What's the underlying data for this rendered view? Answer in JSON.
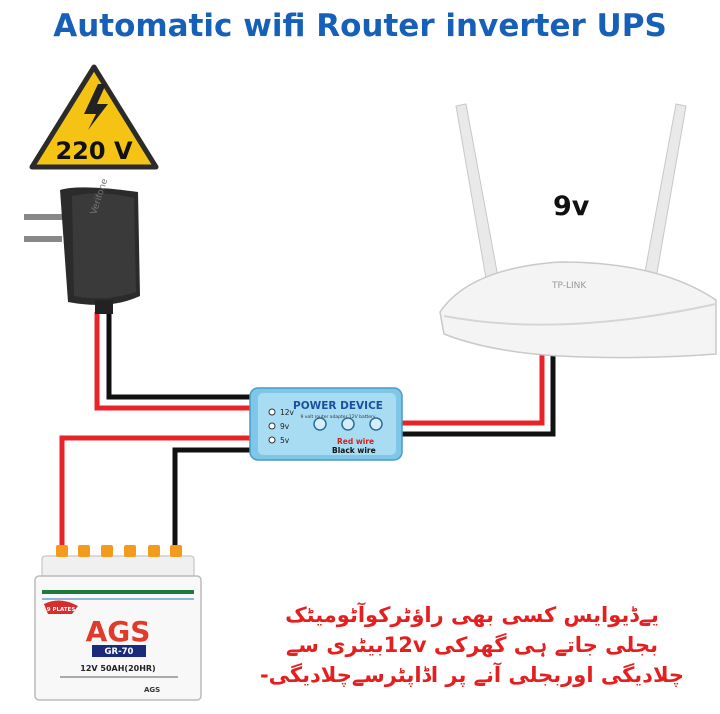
{
  "title": "Automatic wifi Router inverter UPS",
  "warning_sign": {
    "voltage": "220 V"
  },
  "router": {
    "voltage_label": "9v",
    "brand_text": "TP-LINK"
  },
  "adapter": {
    "brand_text": "Verifone"
  },
  "power_device": {
    "title": "POWER DEVICE",
    "subtitle": "9 volt router adapter 12V battery",
    "options": [
      "12v",
      "9v",
      "5v"
    ],
    "red_label": "Red wire",
    "black_label": "Black wire"
  },
  "battery": {
    "badge": "9 PLATES",
    "brand": "AGS",
    "model": "GR-70",
    "rating": "12V 50AH(20HR)",
    "footer": "AGS"
  },
  "urdu_text": [
    "یےڈیوایس کسی بھی راؤٹرکوآٹومیٹک",
    "بجلی جاتے ہی گھرکی 12vبیٹری سے",
    "چلادیگی اوربجلی آنے پر اڈاپٹرسےچلادیگی-"
  ],
  "colors": {
    "title": "#1660b8",
    "red_wire": "#e8242a",
    "black_wire": "#111111",
    "urdu": "#e41f1f"
  }
}
